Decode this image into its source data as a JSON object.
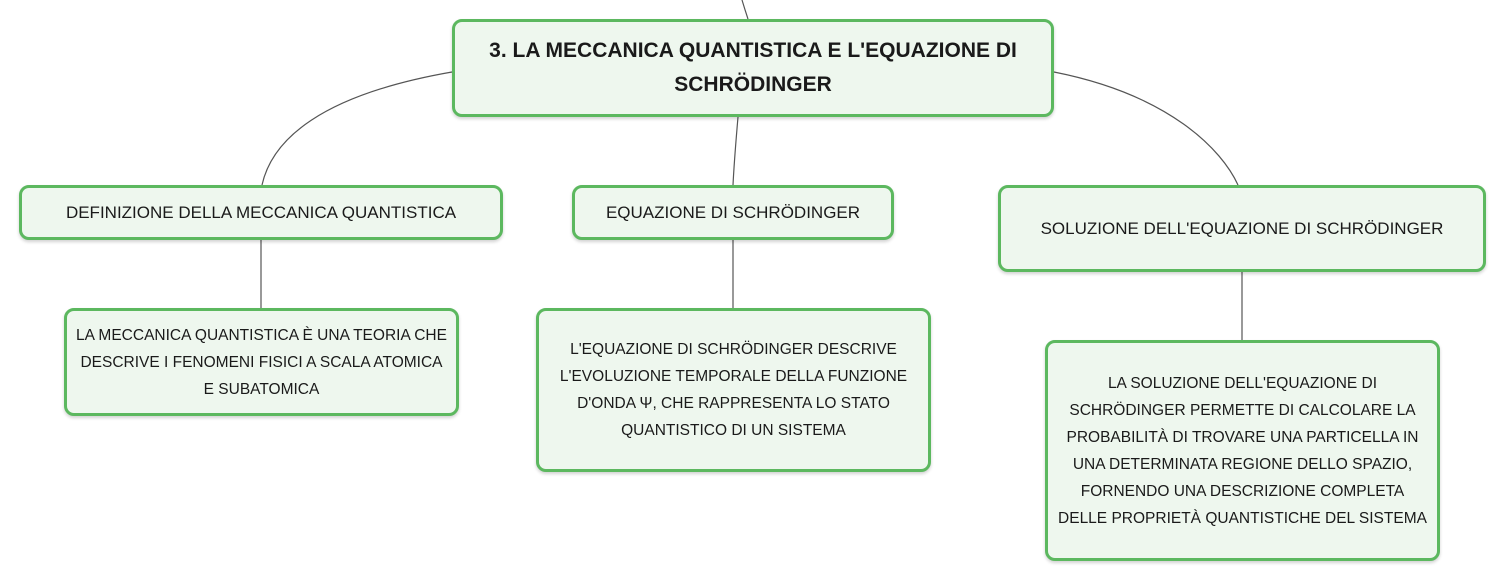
{
  "root": {
    "title": "3. LA MECCANICA QUANTISTICA E L'EQUAZIONE DI SCHRÖDINGER"
  },
  "topics": {
    "definizione": "DEFINIZIONE DELLA MECCANICA QUANTISTICA",
    "equazione": "EQUAZIONE DI SCHRÖDINGER",
    "soluzione": "SOLUZIONE DELL'EQUAZIONE DI SCHRÖDINGER"
  },
  "details": {
    "definizione": "LA MECCANICA QUANTISTICA È UNA TEORIA CHE DESCRIVE I FENOMENI FISICI A SCALA ATOMICA E SUBATOMICA",
    "equazione": "L'EQUAZIONE DI SCHRÖDINGER DESCRIVE L'EVOLUZIONE TEMPORALE DELLA FUNZIONE D'ONDA Ψ, CHE RAPPRESENTA LO STATO QUANTISTICO DI UN SISTEMA",
    "soluzione": "LA SOLUZIONE DELL'EQUAZIONE DI SCHRÖDINGER PERMETTE DI CALCOLARE LA PROBABILITÀ DI TROVARE UNA PARTICELLA IN UNA DETERMINATA REGIONE DELLO SPAZIO, FORNENDO UNA DESCRIZIONE COMPLETA DELLE PROPRIETÀ QUANTISTICHE DEL SISTEMA"
  },
  "colors": {
    "node_border": "#5cb85f",
    "node_fill": "#eef7ee",
    "connector": "#555555"
  }
}
